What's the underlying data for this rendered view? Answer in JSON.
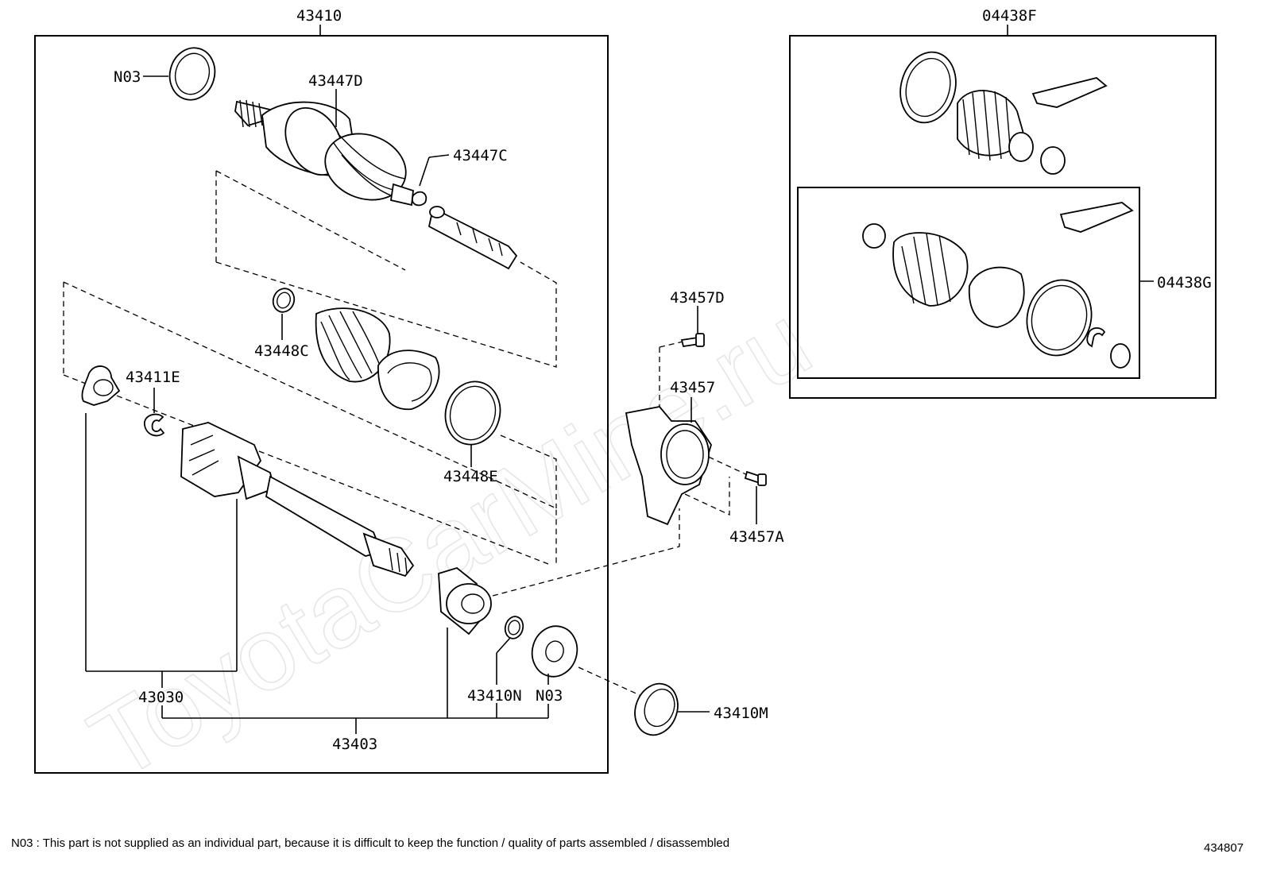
{
  "watermark": "ToyotaCarMine.ru",
  "callouts": {
    "p43410": "43410",
    "p04438F": "04438F",
    "n03_top": "N03",
    "p43447D": "43447D",
    "p43447C": "43447C",
    "p43448C": "43448C",
    "p43448E": "43448E",
    "p43411E": "43411E",
    "p43030": "43030",
    "p43403": "43403",
    "p43410N": "43410N",
    "n03_bottom": "N03",
    "p43410M": "43410M",
    "p43457D": "43457D",
    "p43457": "43457",
    "p43457A": "43457A",
    "p04438G": "04438G"
  },
  "footnote": "N03 : This part is not supplied as an individual part, because it is difficult to keep the function / quality of parts  assembled / disassembled",
  "diagram_number": "434807"
}
